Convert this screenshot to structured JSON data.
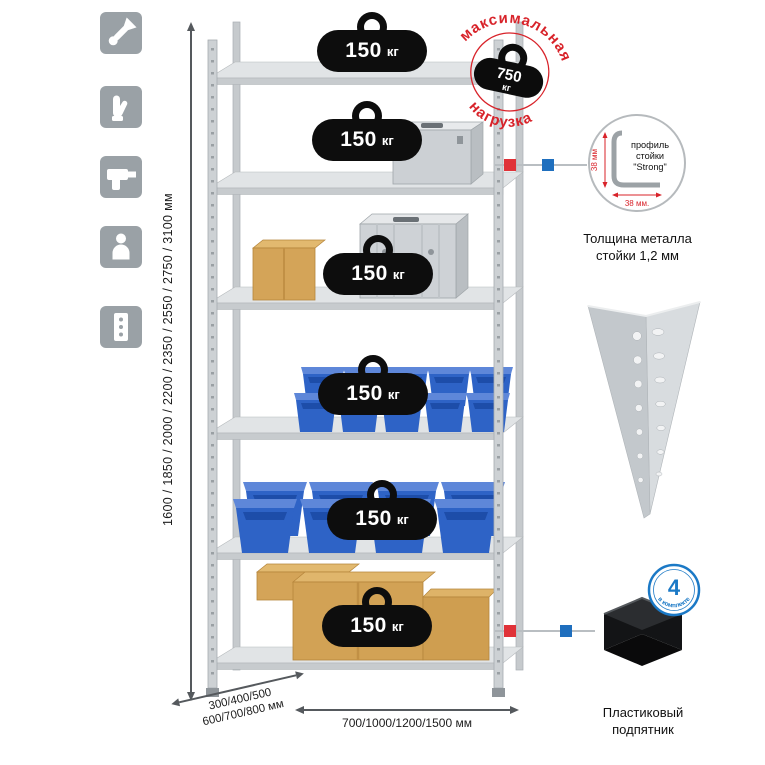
{
  "colors": {
    "stamp_red": "#d8232a",
    "marker_red": "#e03238",
    "marker_blue": "#1f6fbe",
    "badge_blue": "#1b79c6",
    "bin_blue": "#2e63c6",
    "cardboard": "#d2a255",
    "icon_bg": "#9aa1a6"
  },
  "left_toolbar": {
    "icons": [
      {
        "name": "wrench-icon"
      },
      {
        "name": "gloves-icon"
      },
      {
        "name": "drill-icon"
      },
      {
        "name": "person-icon"
      },
      {
        "name": "rack-post-icon"
      }
    ]
  },
  "dimensions": {
    "height_label": "1600 / 1850 / 2000 / 2200 / 2350 / 2550 / 2750 / 3100 мм",
    "depth_label_line1": "300/400/500",
    "depth_label_line2": "600/700/800 мм",
    "width_label": "700/1000/1200/1500 мм"
  },
  "shelves": [
    {
      "load": "150",
      "unit": "кг"
    },
    {
      "load": "150",
      "unit": "кг"
    },
    {
      "load": "150",
      "unit": "кг"
    },
    {
      "load": "150",
      "unit": "кг"
    },
    {
      "load": "150",
      "unit": "кг"
    },
    {
      "load": "150",
      "unit": "кг"
    }
  ],
  "max_load_stamp": {
    "arc_top": "максимальная",
    "arc_bottom": "нагрузка",
    "value": "750",
    "unit": "кг"
  },
  "profile_detail": {
    "label_line1": "профиль",
    "label_line2": "стойки",
    "label_line3": "\"Strong\"",
    "dim_vertical": "38 мм",
    "dim_horizontal": "38 мм.",
    "caption_line1": "Толщина металла",
    "caption_line2": "стойки 1,2 мм"
  },
  "foot_detail": {
    "badge_value": "4",
    "badge_arc": "в комплекте",
    "caption_line1": "Пластиковый",
    "caption_line2": "подпятник"
  }
}
